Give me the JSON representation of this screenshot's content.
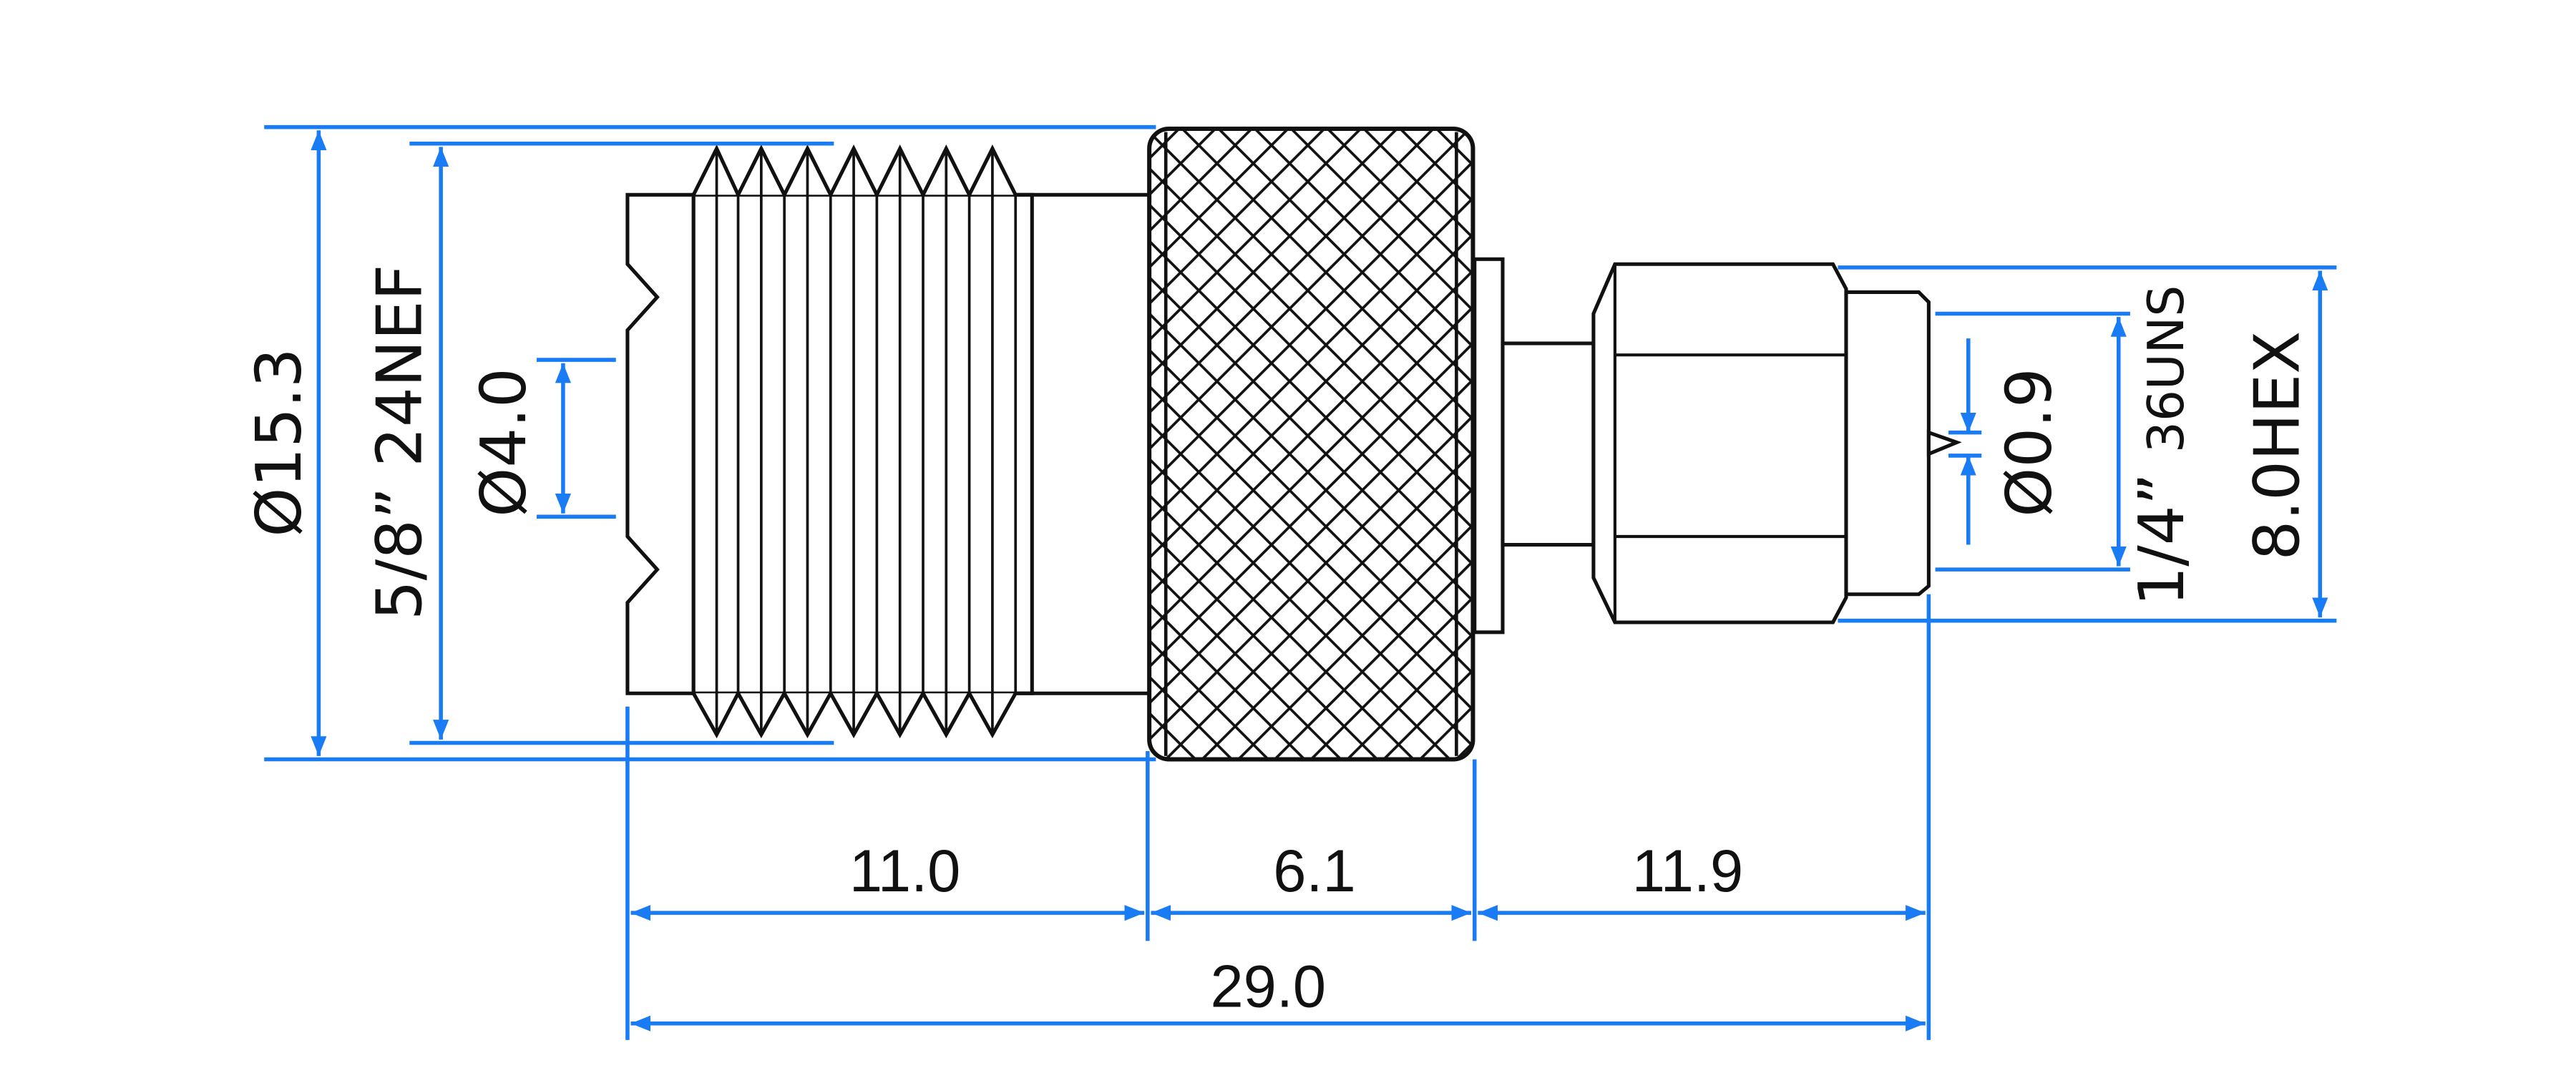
{
  "colors": {
    "dimension": "#1a7cf5",
    "outline": "#111111"
  },
  "dimensions": {
    "outer_diameter": "Ø15.3",
    "thread_left": "5/8” 24NEF",
    "bore_diameter": "Ø4.0",
    "length_left": "11.0",
    "length_knurl": "6.1",
    "length_right": "11.9",
    "length_total": "29.0",
    "pin_diameter": "Ø0.9",
    "thread_right_size": "1/4”",
    "thread_right_spec": "36UNS",
    "hex_size": "8.0HEX"
  }
}
